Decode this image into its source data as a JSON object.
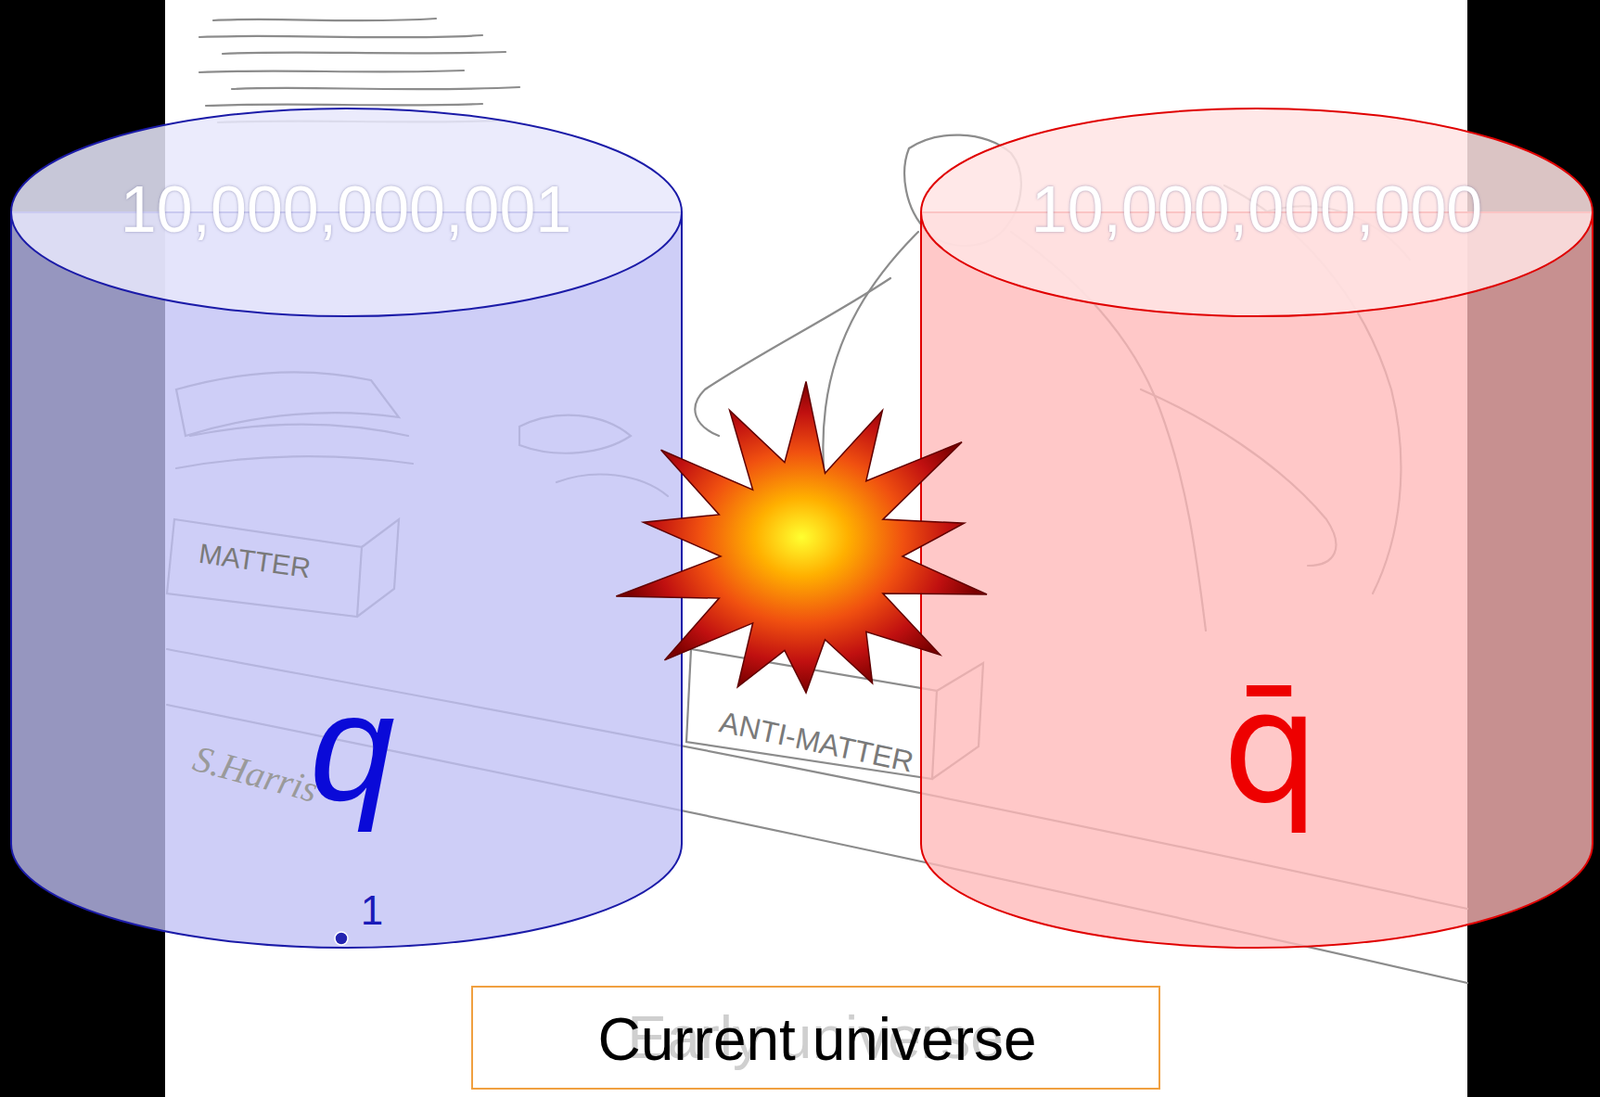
{
  "diagram": {
    "nodes": [
      {
        "text": [
          "10,000,000,001",
          "q",
          "1"
        ]
      },
      {
        "text": [
          "10,000,000,000",
          "q̄"
        ]
      },
      {
        "text": [
          "Current universe"
        ]
      }
    ],
    "labels": [
      "MATTER",
      "ANTI-MATTER",
      "S.Harris",
      "Early universe"
    ]
  }
}
